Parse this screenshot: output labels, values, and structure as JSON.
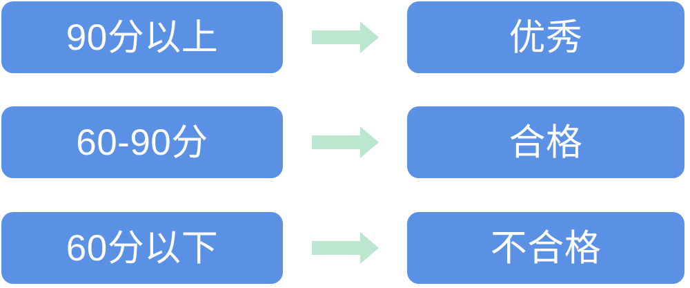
{
  "diagram": {
    "type": "mapping-flow",
    "direction": "left-to-right",
    "row_count": 3,
    "colors": {
      "box_fill": "#5b91e5",
      "box_text": "#ffffff",
      "arrow_fill": "#bce6cf",
      "background": "#ffffff"
    },
    "rows": [
      {
        "source_label": "90分以上",
        "connector": "right-arrow-icon",
        "target_label": "优秀"
      },
      {
        "source_label": "60-90分",
        "connector": "right-arrow-icon",
        "target_label": "合格"
      },
      {
        "source_label": "60分以下",
        "connector": "right-arrow-icon",
        "target_label": "不合格"
      }
    ]
  }
}
